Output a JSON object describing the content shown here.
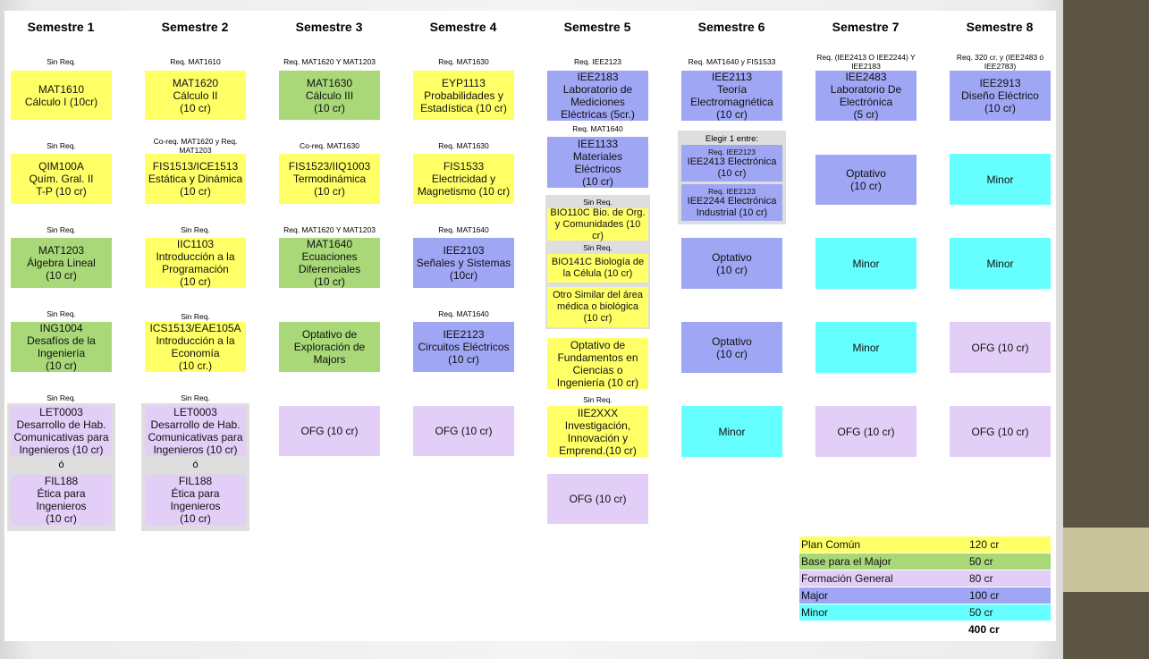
{
  "semesters": [
    "Semestre 1",
    "Semestre 2",
    "Semestre 3",
    "Semestre 4",
    "Semestre 5",
    "Semestre 6",
    "Semestre 7",
    "Semestre 8"
  ],
  "s1": {
    "r1": {
      "req": "Sin Req.",
      "l1": "MAT1610",
      "l2": "Cálculo I (10cr)"
    },
    "r2": {
      "req": "Sin Req.",
      "l1": "QIM100A",
      "l2": "Quím. Gral. II",
      "l3": "T-P (10 cr)"
    },
    "r3": {
      "req": "Sin Req.",
      "l1": "MAT1203",
      "l2": "Álgebra Lineal",
      "l3": "(10 cr)"
    },
    "r4": {
      "req": "Sin Req.",
      "l1": "ING1004",
      "l2": "Desafíos  de la",
      "l3": "Ingeniería",
      "l4": "(10 cr)"
    },
    "r5": {
      "req": "Sin Req.",
      "a1": "LET0003",
      "a2": "Desarrollo de Hab.",
      "a3": "Comunicativas para",
      "a4": "Ingenieros (10 cr)",
      "or": "ó",
      "b1": "FIL188",
      "b2": "Ética para",
      "b3": "Ingenieros",
      "b4": "(10 cr)"
    }
  },
  "s2": {
    "r1": {
      "req": "Req. MAT1610",
      "l1": "MAT1620",
      "l2": "Cálculo II",
      "l3": "(10 cr)"
    },
    "r2": {
      "req1": "Co-req. MAT1620 y Req.",
      "req2": "MAT1203",
      "l1": "FIS1513/ICE1513",
      "l2": "Estática y Dinámica",
      "l3": "(10 cr)"
    },
    "r3": {
      "req": "Sin Req.",
      "l1": "IIC1103",
      "l2": "Introducción a la",
      "l3": "Programación",
      "l4": "(10 cr)"
    },
    "r4": {
      "req": "Sin Req.",
      "l1": "ICS1513/EAE105A",
      "l2": "Introducción a la",
      "l3": "Economía",
      "l4": "(10 cr.)"
    },
    "r5": {
      "req": "Sin Req.",
      "a1": "LET0003",
      "a2": "Desarrollo de Hab.",
      "a3": "Comunicativas para",
      "a4": "Ingenieros (10 cr)",
      "or": "ó",
      "b1": "FIL188",
      "b2": "Ética para",
      "b3": "Ingenieros",
      "b4": "(10 cr)"
    }
  },
  "s3": {
    "r1": {
      "req": "Req. MAT1620 Y MAT1203",
      "l1": "MAT1630",
      "l2": "Cálculo III",
      "l3": "(10 cr)"
    },
    "r2": {
      "req": "Co-req. MAT1630",
      "l1": "FIS1523/IIQ1003",
      "l2": "Termodinámica",
      "l3": "(10 cr)"
    },
    "r3": {
      "req": "Req. MAT1620 Y MAT1203",
      "l1": "MAT1640",
      "l2": "Ecuaciones",
      "l3": "Diferenciales",
      "l4": "(10 cr)"
    },
    "r4": {
      "l1": "Optativo de",
      "l2": "Exploración de",
      "l3": "Majors"
    },
    "r5": {
      "l1": "OFG (10 cr)"
    }
  },
  "s4": {
    "r1": {
      "req": "Req. MAT1630",
      "l1": "EYP1113",
      "l2": "Probabilidades y",
      "l3": "Estadística (10 cr)"
    },
    "r2": {
      "req": "Req. MAT1630",
      "l1": "FIS1533",
      "l2": "Electricidad y",
      "l3": "Magnetismo (10 cr)"
    },
    "r3": {
      "req": "Req. MAT1640",
      "l1": "IEE2103",
      "l2": "Señales y Sistemas",
      "l3": "(10cr)"
    },
    "r4": {
      "req": "Req. MAT1640",
      "l1": "IEE2123",
      "l2": "Circuitos Eléctricos",
      "l3": "(10 cr)"
    },
    "r5": {
      "l1": "OFG (10 cr)"
    }
  },
  "s5": {
    "r1": {
      "req": "Req. IEE2123",
      "l1": "IEE2183",
      "l2": "Laboratorio de",
      "l3": "Mediciones",
      "l4": "Eléctricas (5cr.)"
    },
    "r2": {
      "req": "Req. MAT1640",
      "l1": "IEE1133",
      "l2": "Materiales",
      "l3": "Eléctricos",
      "l4": "(10 cr)"
    },
    "g": {
      "req1": "Sin Req.",
      "a1": "BIO110C Bio. de Org.",
      "a2": "y Comunidades (10 cr)",
      "req2": "Sin Req.",
      "b1": "BIO141C Biología de",
      "b2": "la Célula (10 cr)",
      "c1": "Otro Similar del área",
      "c2": "médica o biológica",
      "c3": "(10 cr)"
    },
    "r4": {
      "l1": "Optativo de",
      "l2": "Fundamentos en",
      "l3": "Ciencias o",
      "l4": "Ingeniería (10 cr)"
    },
    "r5": {
      "req": "Sin Req.",
      "l1": "IIE2XXX",
      "l2": "Investigación,",
      "l3": "Innovación y",
      "l4": "Emprend.(10 cr)"
    },
    "r6": {
      "l1": "OFG (10 cr)"
    }
  },
  "s6": {
    "r1": {
      "req": "Req. MAT1640 y FIS1533",
      "l1": "IEE2113",
      "l2": "Teoría",
      "l3": "Electromagnética",
      "l4": "(10 cr)"
    },
    "g": {
      "title": "Elegir 1 entre:",
      "req1": "Req. IEE2123",
      "a1": "IEE2413 Electrónica",
      "a2": "(10 cr)",
      "req2": "Req. IEE2123",
      "b1": "IEE2244 Electrónica",
      "b2": "Industrial (10 cr)"
    },
    "r3": {
      "l1": "Optativo",
      "l2": "(10 cr)"
    },
    "r4": {
      "l1": "Optativo",
      "l2": "(10 cr)"
    },
    "r5": {
      "l1": "Minor"
    }
  },
  "s7": {
    "r1": {
      "req1": "Req. (IEE2413 O IEE2244) Y",
      "req2": "IEE2183",
      "l1": "IEE2483",
      "l2": "Laboratorio De",
      "l3": "Electrónica",
      "l4": "(5 cr)"
    },
    "r2": {
      "l1": "Optativo",
      "l2": "(10 cr)"
    },
    "r3": {
      "l1": "Minor"
    },
    "r4": {
      "l1": "Minor"
    },
    "r5": {
      "l1": "OFG (10 cr)"
    }
  },
  "s8": {
    "r1": {
      "req1": "Req. 320 cr.  y (IEE2483 ó",
      "req2": "IEE2783)",
      "l1": "IEE2913",
      "l2": "Diseño Eléctrico",
      "l3": "(10 cr)"
    },
    "r2": {
      "l1": "Minor"
    },
    "r3": {
      "l1": "Minor"
    },
    "r4": {
      "l1": "OFG (10 cr)"
    },
    "r5": {
      "l1": "OFG (10 cr)"
    }
  },
  "legend": {
    "rows": [
      {
        "name": "Plan Común",
        "value": "120 cr",
        "color": "#ffff66"
      },
      {
        "name": "Base para el Major",
        "value": "50 cr",
        "color": "#a8d878"
      },
      {
        "name": "Formación General",
        "value": "80 cr",
        "color": "#e3cef8"
      },
      {
        "name": "Major",
        "value": "100 cr",
        "color": "#9fa6f4"
      },
      {
        "name": "Minor",
        "value": "50 cr",
        "color": "#66ffff"
      }
    ],
    "total": "400 cr"
  }
}
